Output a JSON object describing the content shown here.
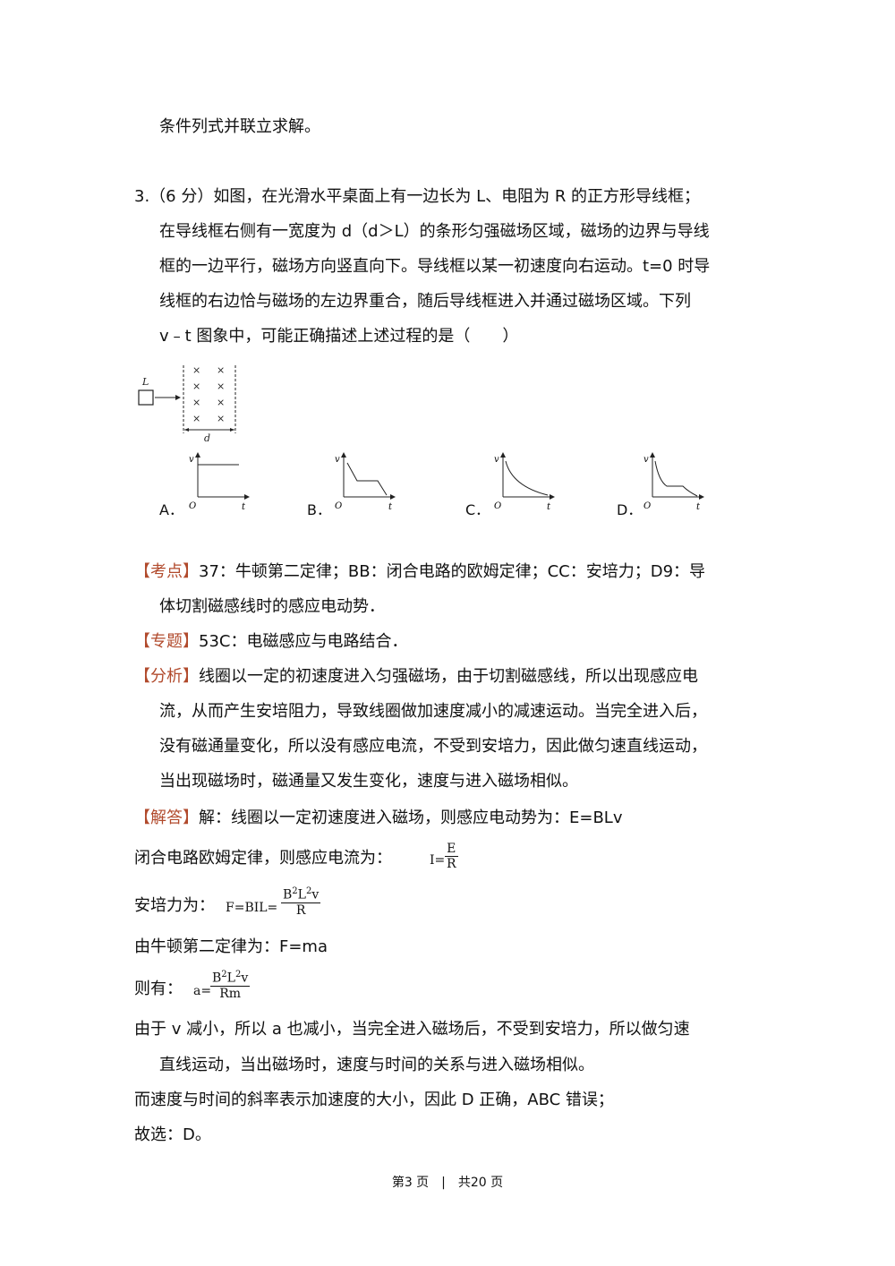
{
  "intro_line": "条件列式并联立求解。",
  "question": {
    "lines": [
      "3.（6 分）如图，在光滑水平桌面上有一边长为 L、电阻为 R 的正方形导线框；",
      "在导线框右侧有一宽度为 d（d＞L）的条形匀强磁场区域，磁场的边界与导线",
      "框的一边平行，磁场方向竖直向下。导线框以某一初速度向右运动。t=0 时导",
      "线框的右边恰与磁场的左边界重合，随后导线框进入并通过磁场区域。下列",
      "v﹣t 图象中，可能正确描述上述过程的是（　　）"
    ]
  },
  "figure": {
    "frame_label": "L",
    "width_label": "d",
    "field_mark": "×"
  },
  "options": [
    {
      "label": "A．",
      "axis_v": "v",
      "axis_t": "t",
      "origin": "O"
    },
    {
      "label": "B．",
      "axis_v": "v",
      "axis_t": "t",
      "origin": "O"
    },
    {
      "label": "C．",
      "axis_v": "v",
      "axis_t": "t",
      "origin": "O"
    },
    {
      "label": "D．",
      "axis_v": "v",
      "axis_t": "t",
      "origin": "O"
    }
  ],
  "kaodian": {
    "tag": "【考点】",
    "lines": [
      "37：牛顿第二定律；BB：闭合电路的欧姆定律；CC：安培力；D9：导",
      "体切割磁感线时的感应电动势．"
    ]
  },
  "zhuanti": {
    "tag": "【专题】",
    "text": "53C：电磁感应与电路结合．"
  },
  "fenxi": {
    "tag": "【分析】",
    "lines": [
      "线圈以一定的初速度进入匀强磁场，由于切割磁感线，所以出现感应电",
      "流，从而产生安培阻力，导致线圈做加速度减小的减速运动。当完全进入后，",
      "没有磁通量变化，所以没有感应电流，不受到安培力，因此做匀速直线运动，",
      "当出现磁场时，磁通量又发生变化，速度与进入磁场相似。"
    ]
  },
  "jieda": {
    "tag": "【解答】",
    "first": "解：线圈以一定初速度进入磁场，则感应电动势为：E=BLv",
    "ohm_text": "闭合电路欧姆定律，则感应电流为：",
    "ohm_lhs": "I=",
    "ohm_num": "E",
    "ohm_den": "R",
    "ampere_text": "安培力为：",
    "ampere_lhs": "F=BIL=",
    "ampere_num_b": "B",
    "ampere_num_exp1": "2",
    "ampere_num_l": "L",
    "ampere_num_exp2": "2",
    "ampere_num_v": "v",
    "ampere_den": "R",
    "newton": "由牛顿第二定律为：F=ma",
    "then_text": "则有：",
    "then_lhs": "a=",
    "then_num_b": "B",
    "then_num_exp1": "2",
    "then_num_l": "L",
    "then_num_exp2": "2",
    "then_num_v": "v",
    "then_den": "Rm",
    "rest": [
      "由于 v 减小，所以 a 也减小，当完全进入磁场后，不受到安培力，所以做匀速",
      "直线运动，当出磁场时，速度与时间的关系与进入磁场相似。",
      "而速度与时间的斜率表示加速度的大小，因此 D 正确，ABC 错误；",
      "故选：D。"
    ]
  },
  "footer": "第3 页　|　共20 页"
}
